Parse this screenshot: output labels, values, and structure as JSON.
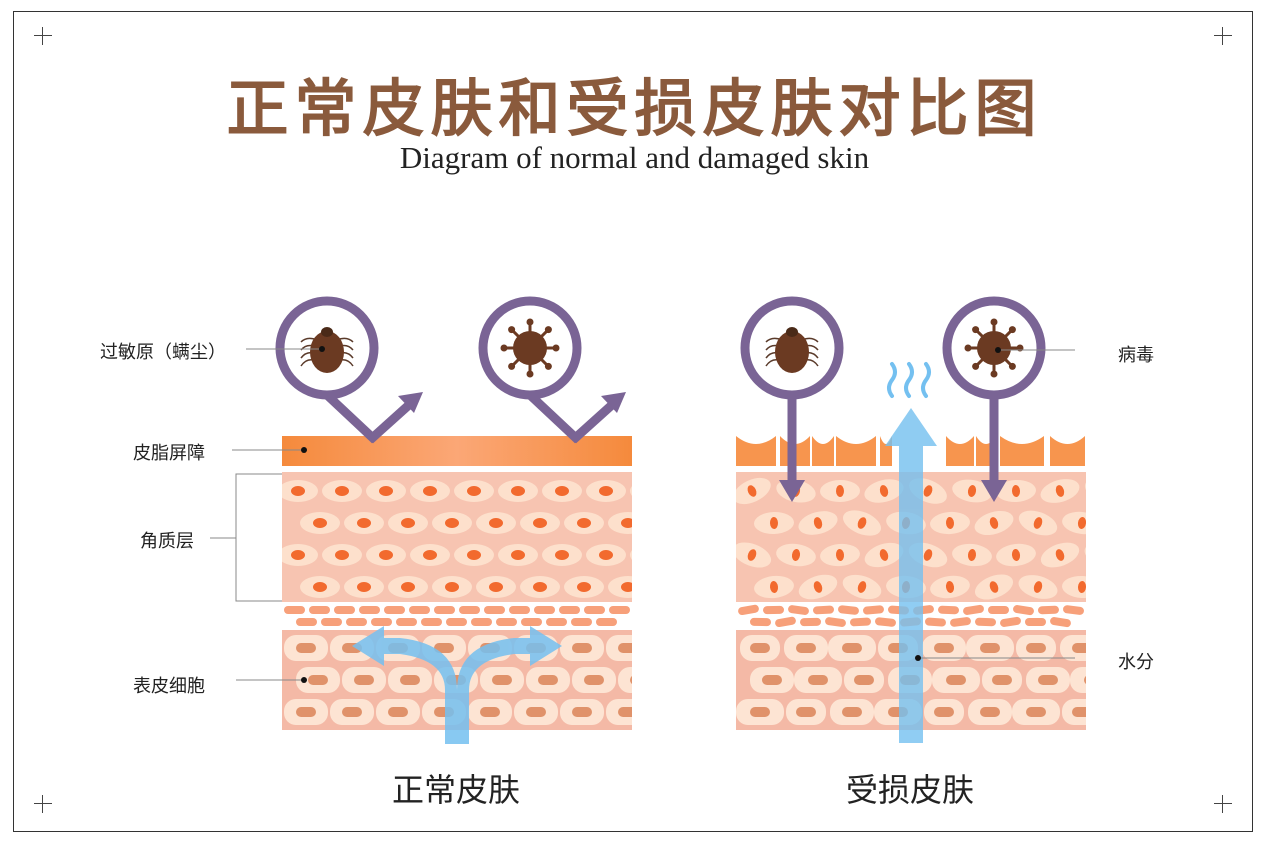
{
  "title": "正常皮肤和受损皮肤对比图",
  "subtitle": "Diagram of normal and damaged skin",
  "labels": {
    "allergen": "过敏原（螨尘）",
    "sebum_barrier": "皮脂屏障",
    "stratum_corneum": "角质层",
    "epidermal_cells": "表皮细胞",
    "virus": "病毒",
    "moisture": "水分"
  },
  "captions": {
    "normal": "正常皮肤",
    "damaged": "受损皮肤"
  },
  "colors": {
    "title": "#8a5a3c",
    "barrier": "#f7954e",
    "cell_bg": "#f6c2ad",
    "nucleus": "#f26a2e",
    "ring": "#7a6495",
    "pathogen": "#6b3a22",
    "water": "#74c0f0"
  }
}
